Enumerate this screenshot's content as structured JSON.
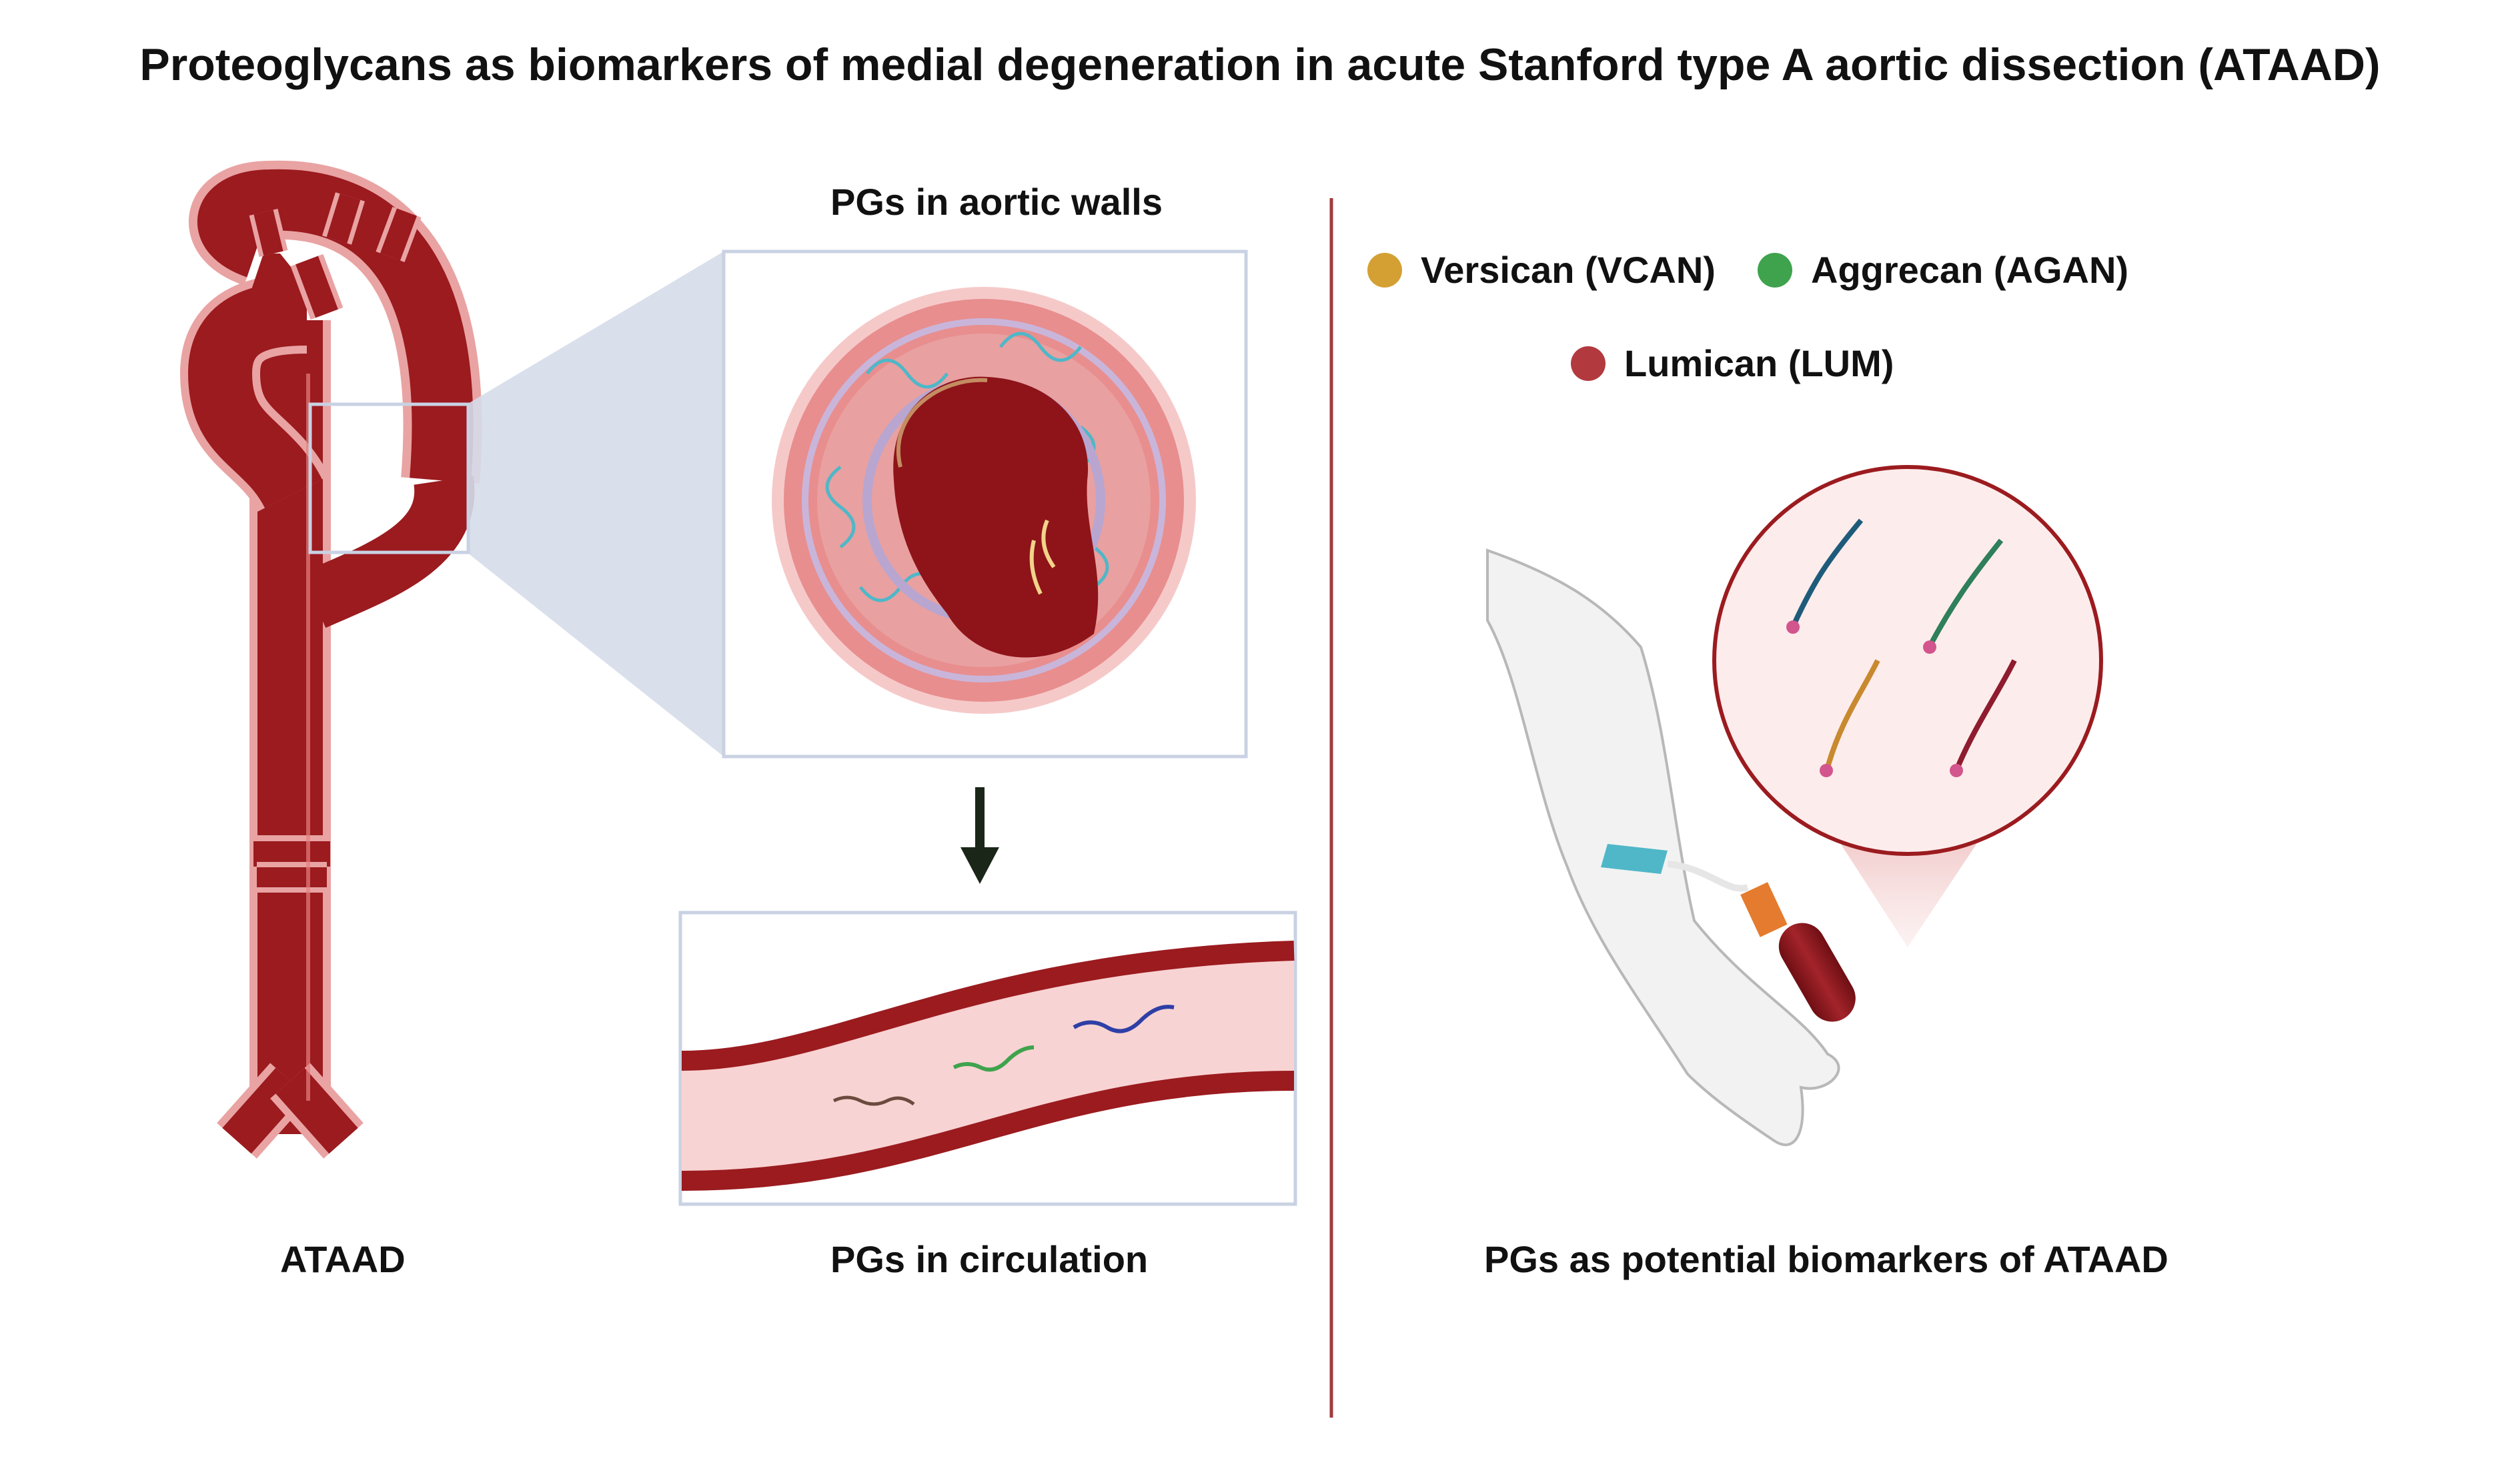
{
  "title": "Proteoglycans as biomarkers of medial degeneration in acute Stanford type A aortic dissection (ATAAD)",
  "panels": {
    "aorta_label": "ATAAD",
    "walls_label": "PGs in aortic walls",
    "circulation_label": "PGs in circulation",
    "biomarker_label": "PGs as potential biomarkers of ATAAD"
  },
  "legend": [
    {
      "name": "Versican (VCAN)",
      "color": "#D4A033"
    },
    {
      "name": "Aggrecan (AGAN)",
      "color": "#3FA34D"
    },
    {
      "name": "Lumican (LUM)",
      "color": "#B23A3E"
    }
  ],
  "colors": {
    "aorta": "#9B1B1F",
    "aorta_light": "#E9A3A3",
    "media": "#E88E8E",
    "divider": "#A33B3B",
    "zoom_fill": "#D5DCE9",
    "box_border": "#C9D2E3"
  },
  "icons": {
    "arrow": "down-arrow-icon",
    "tube": "blood-tube-icon",
    "arm": "arm-icon"
  }
}
